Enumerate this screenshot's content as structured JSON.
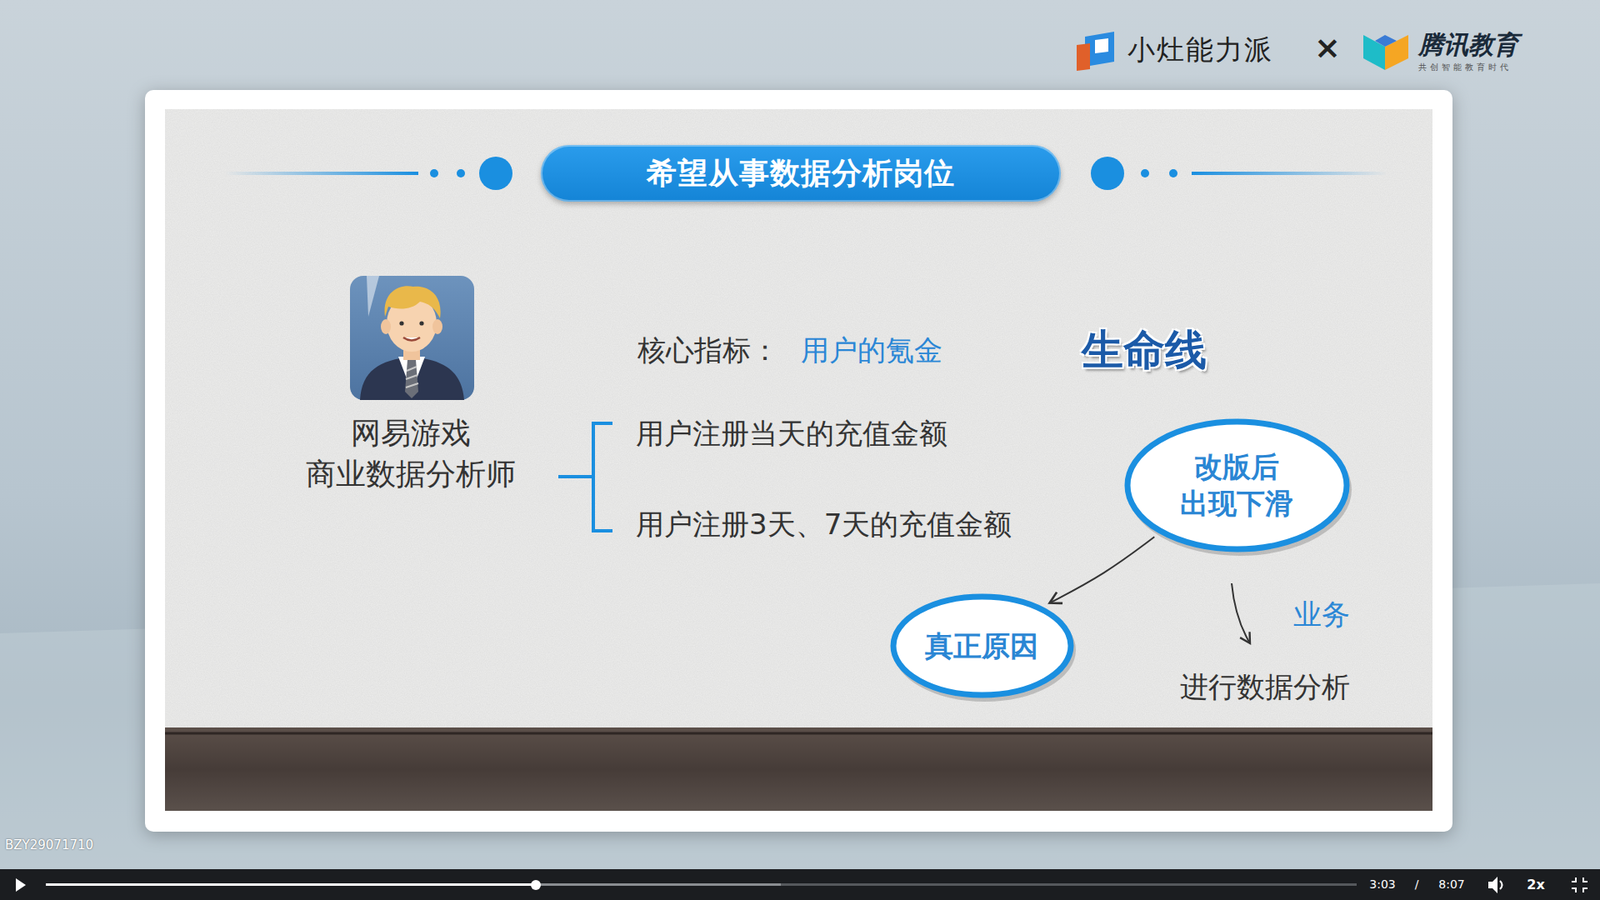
{
  "diagram": {
    "title": "希望从事数据分析岗位",
    "nodes": [
      {
        "text": [
          "改版后 出现下滑"
        ]
      },
      {
        "text": [
          "真正原因"
        ]
      }
    ],
    "edges": [
      {
        "from": 0,
        "to": 1,
        "arrow": "to"
      }
    ],
    "labels": [
      "小灶能力派",
      "×",
      "腾讯教育",
      "共创智能教育时代",
      "网易游戏 商业数据分析师",
      "核心指标：",
      "用户的氪金",
      "生命线",
      "用户注册当天的充值金额",
      "用户注册3天、7天的充值金额",
      "业务",
      "进行数据分析",
      "BZY29071710",
      "3:03",
      "/",
      "8:07",
      "2x"
    ]
  }
}
